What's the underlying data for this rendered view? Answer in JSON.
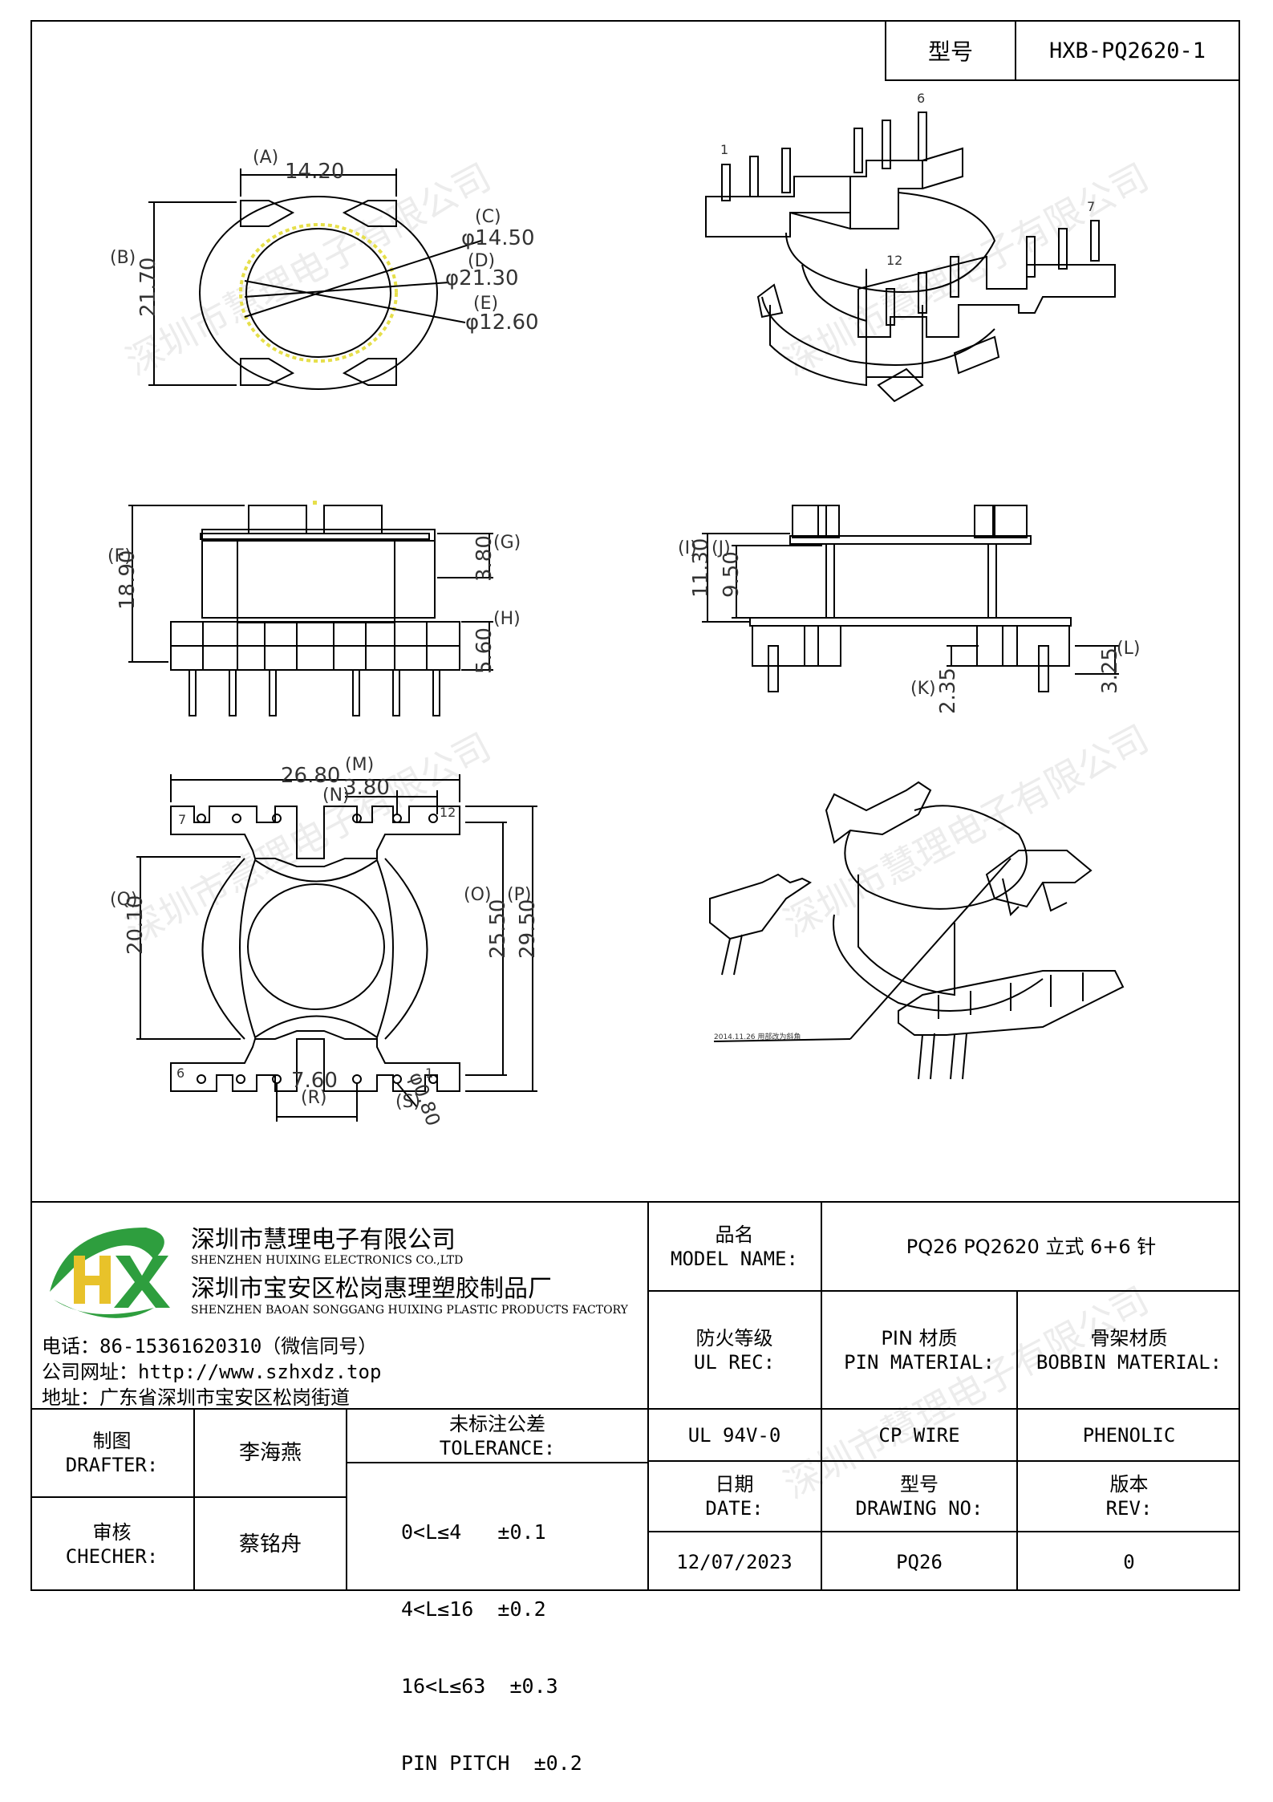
{
  "header": {
    "model_key": "型号",
    "model_value": "HXB-PQ2620-1"
  },
  "watermark": "深圳市慧理电子有限公司",
  "company": {
    "name_cn": "深圳市慧理电子有限公司",
    "name_en": "SHENZHEN HUIXING ELECTRONICS CO.,LTD",
    "factory_cn": "深圳市宝安区松岗惠理塑胶制品厂",
    "factory_en": "SHENZHEN BAOAN SONGGANG HUIXING PLASTIC PRODUCTS FACTORY",
    "phone": "电话：86-15361620310（微信同号）",
    "website": "公司网址：http://www.szhxdz.top",
    "address": "地址：广东省深圳市宝安区松岗街道",
    "logo_text": "HX",
    "logo_colors": {
      "green": "#2e9e3e",
      "yellow": "#e8c22a"
    }
  },
  "titleblock": {
    "model_name_label_cn": "品名",
    "model_name_label_en": "MODEL NAME:",
    "model_name_value": "PQ26 PQ2620 立式 6+6 针",
    "ul_label_cn": "防火等级",
    "ul_label_en": "UL REC:",
    "pin_label_cn": "PIN 材质",
    "pin_label_en": "PIN MATERIAL:",
    "bobbin_label_cn": "骨架材质",
    "bobbin_label_en": "BOBBIN MATERIAL:",
    "ul_value": "UL 94V-0",
    "pin_value": "CP WIRE",
    "bobbin_value": "PHENOLIC",
    "drafter_label_cn": "制图",
    "drafter_label_en": "DRAFTER:",
    "drafter_value": "李海燕",
    "checker_label_cn": "审核",
    "checker_label_en": "CHECHER:",
    "checker_value": "蔡铭舟",
    "tolerance_label_cn": "未标注公差",
    "tolerance_label_en": "TOLERANCE:",
    "tolerance_lines": [
      "0<L≤4   ±0.1",
      "4<L≤16  ±0.2",
      "16<L≤63  ±0.3",
      "PIN PITCH  ±0.2"
    ],
    "date_label_cn": "日期",
    "date_label_en": "DATE:",
    "date_value": "12/07/2023",
    "drawing_label_cn": "型号",
    "drawing_label_en": "DRAWING NO:",
    "drawing_value": "PQ26",
    "rev_label_cn": "版本",
    "rev_label_en": "REV:",
    "rev_value": "0"
  },
  "top_view": {
    "A": "(A)",
    "A_val": "14.20",
    "B": "(B)",
    "B_val": "21.70",
    "C": "(C)",
    "C_val": "φ14.50",
    "D": "(D)",
    "D_val": "φ21.30",
    "E": "(E)",
    "E_val": "φ12.60"
  },
  "side_view": {
    "F": "(F)",
    "F_val": "18.90",
    "G": "(G)",
    "G_val": "3.80",
    "H": "(H)",
    "H_val": "5.60"
  },
  "end_view": {
    "I": "(I)",
    "I_val": "11.30",
    "J": "(J)",
    "J_val": "9.50",
    "K": "(K)",
    "K_val": "2.35",
    "L": "(L)",
    "L_val": "3.25"
  },
  "bottom_view": {
    "M": "(M)",
    "M_val": "26.80",
    "N": "(N)",
    "N_val": "3.80",
    "O": "(O)",
    "O_val": "25.50",
    "P": "(P)",
    "P_val": "29.50",
    "Q": "(Q)",
    "Q_val": "20.10",
    "R": "(R)",
    "R_val": "7.60",
    "S": "(S)",
    "S_val": "φ0.80",
    "pin7": "7",
    "pin12": "12",
    "pin6": "6",
    "pin1": "1"
  },
  "iso_top": {
    "pin1": "1",
    "pin6": "6",
    "pin7": "7",
    "pin12": "12"
  },
  "iso_bottom": {
    "note": "2014.11.26 用部改为斜角"
  }
}
